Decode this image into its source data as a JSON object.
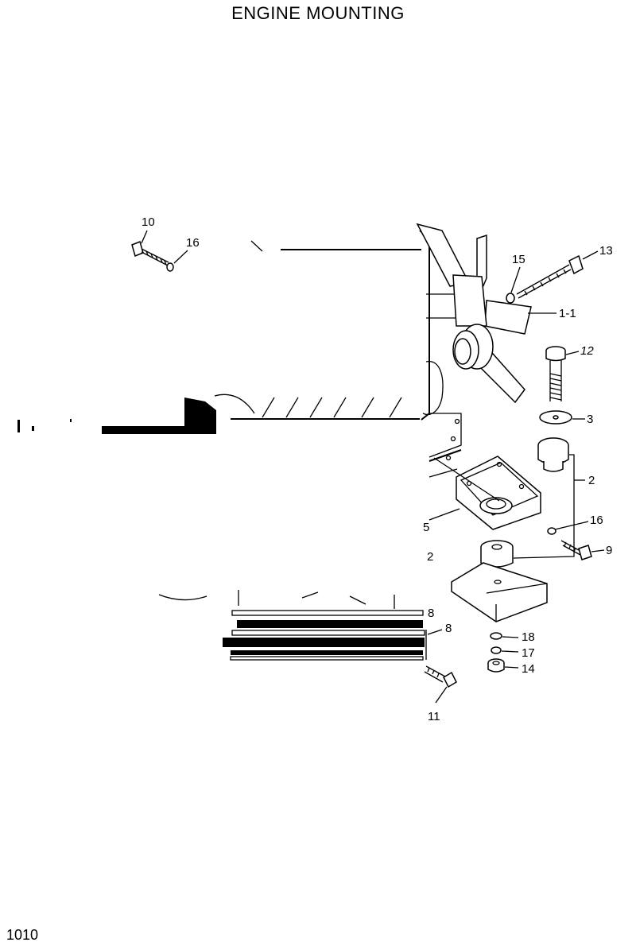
{
  "title": "ENGINE MOUNTING",
  "page_number": "1010",
  "callouts": {
    "c10": "10",
    "c16a": "16",
    "c15": "15",
    "c13": "13",
    "c1_1": "1-1",
    "c12": "12",
    "c3": "3",
    "c2a": "2",
    "c16b": "16",
    "c9": "9",
    "c2b": "2",
    "c5": "5",
    "c8a": "8",
    "c8b": "8",
    "c18": "18",
    "c17": "17",
    "c14": "14",
    "c11": "11"
  }
}
